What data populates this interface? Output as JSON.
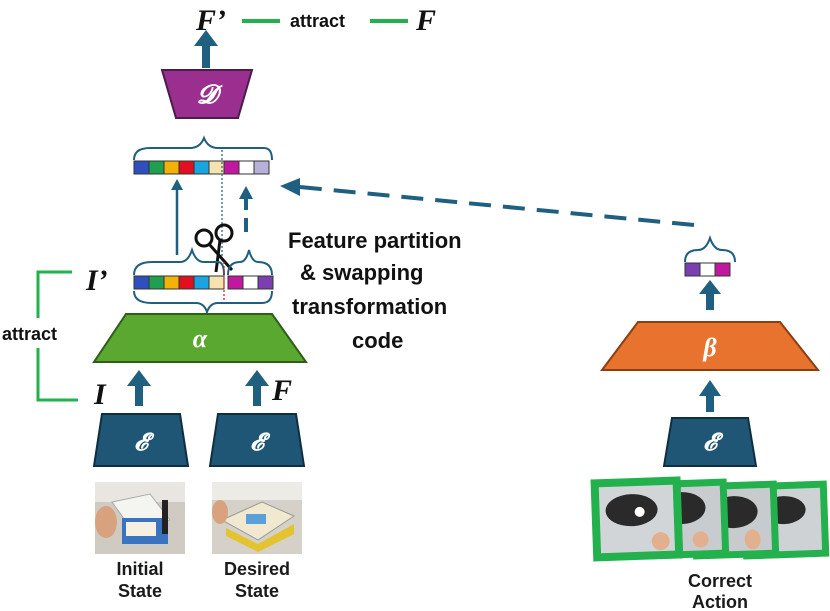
{
  "top": {
    "f_prime": "F’",
    "attract_top": "attract",
    "f": "F"
  },
  "decoder": {
    "symbol": "𝓓"
  },
  "left_module": {
    "i_prime": "I’",
    "alpha": "α",
    "attract_side": "attract",
    "i": "I",
    "f": "F",
    "encoder_symbol": "𝓔"
  },
  "partition_text": [
    "Feature partition",
    "& swapping",
    "transformation",
    "code"
  ],
  "captions": {
    "initial": [
      "Initial",
      "State"
    ],
    "desired": [
      "Desired",
      "State"
    ],
    "correct": [
      "Correct",
      "Action"
    ]
  },
  "right_module": {
    "beta": "β",
    "encoder_symbol": "𝓔"
  },
  "colors": {
    "arrow": "#1f5f7f",
    "attract_line": "#22b14c",
    "decoder": "#9b2f8f",
    "alpha": "#5aa830",
    "beta": "#e8732f",
    "encoder": "#1f5676",
    "frame": "#22b14c",
    "feature_cells": [
      "#2f4fbf",
      "#1f9f4f",
      "#f2b20a",
      "#e01020",
      "#1aa4e0",
      "#f7e3b0"
    ],
    "transform_cells": [
      "#c0189f",
      "#ffffff",
      "#b7b0d8"
    ],
    "swap_cells": [
      "#c0189f",
      "#ffffff",
      "#7a3fb0"
    ],
    "beta_cells": [
      "#7a3fb0",
      "#ffffff",
      "#c0189f"
    ]
  },
  "icons": [
    "scissors-icon",
    "brace-icon",
    "arrow-up-icon"
  ]
}
